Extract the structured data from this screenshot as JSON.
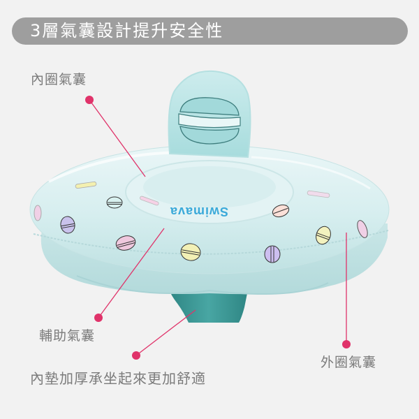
{
  "banner": {
    "title": "3層氣囊設計提升安全性"
  },
  "product": {
    "brand_logo_text": "Swimava",
    "description": "Baby swim seat float with macaron print and macaron-shaped backrest"
  },
  "callouts": [
    {
      "id": "inner",
      "label": "內圈氣囊"
    },
    {
      "id": "auxiliary",
      "label": "輔助氣囊"
    },
    {
      "id": "seat",
      "label": "內墊加厚承坐起來更加舒適"
    },
    {
      "id": "outer",
      "label": "外圈氣囊"
    }
  ],
  "colors": {
    "background": "#f2f2f2",
    "banner": "#9e9e9e",
    "label_text": "#7b7b7b",
    "callout_accent": "#e0336a",
    "float_body": "#cfe9ea",
    "seat_teal": "#3f9a98",
    "backrest": "#8fd2d3"
  }
}
